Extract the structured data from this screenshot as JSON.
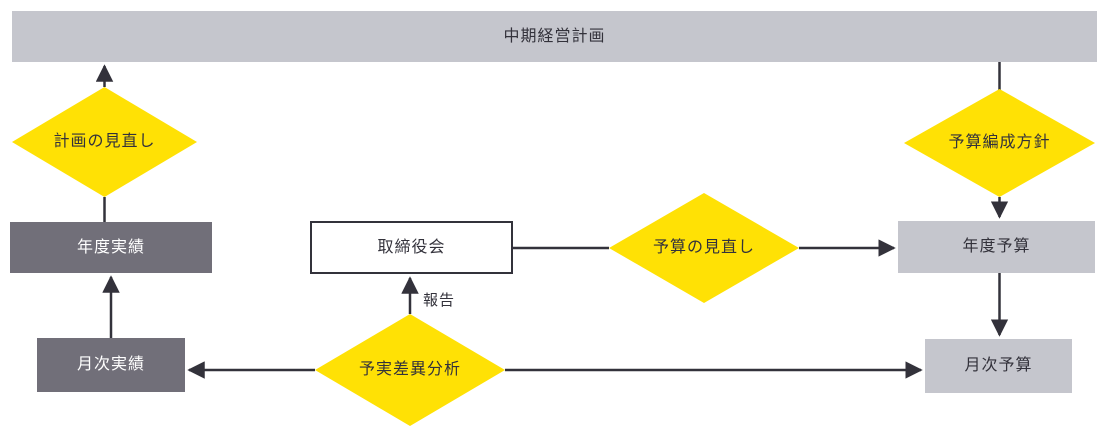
{
  "diagram": {
    "title_bar": {
      "label": "中期経営計画"
    },
    "nodes": {
      "plan_review": {
        "label": "計画の見直し"
      },
      "annual_results": {
        "label": "年度実績"
      },
      "monthly_results": {
        "label": "月次実績"
      },
      "board": {
        "label": "取締役会"
      },
      "budget_review": {
        "label": "予算の見直し"
      },
      "variance_analysis": {
        "label": "予実差異分析"
      },
      "budget_policy": {
        "label": "予算編成方針"
      },
      "annual_budget": {
        "label": "年度予算"
      },
      "monthly_budget": {
        "label": "月次予算"
      }
    },
    "edge_labels": {
      "report": "報告"
    },
    "colors": {
      "bar_fill": "#c5c6cd",
      "light_fill": "#c5c6cd",
      "dark_fill": "#716f79",
      "diamond_fill": "#ffe105",
      "line": "#33323b",
      "text_dark": "#33323b",
      "text_light": "#ffffff"
    }
  }
}
